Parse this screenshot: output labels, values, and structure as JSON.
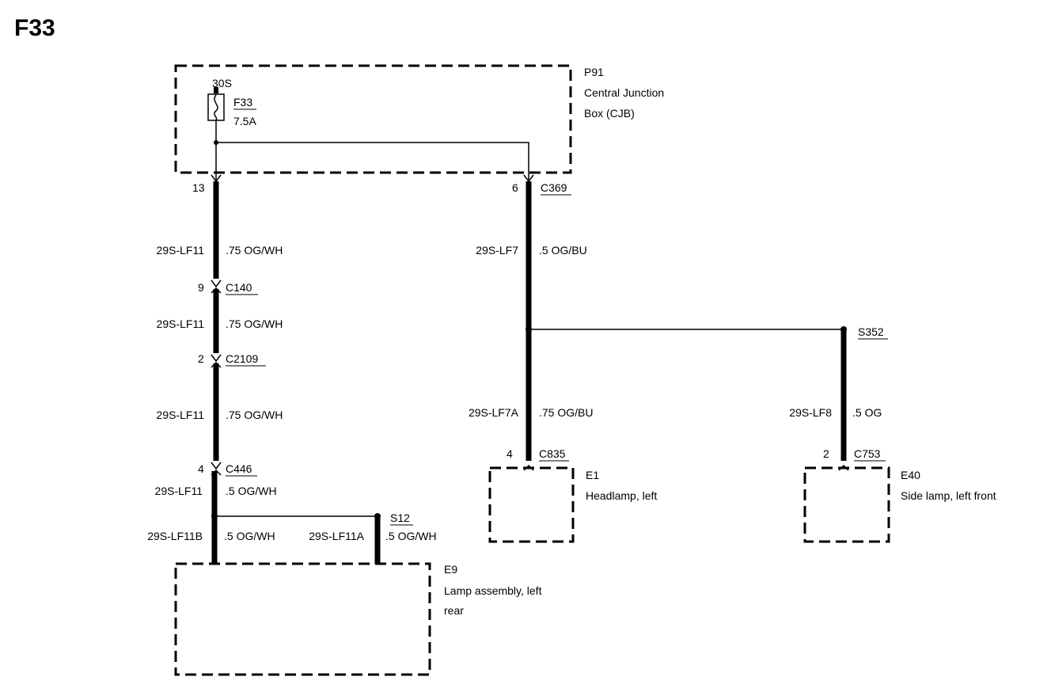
{
  "title": "F33",
  "junction_box": {
    "ref": "P91",
    "name_line1": "Central Junction",
    "name_line2": "Box (CJB)",
    "supply": "30S",
    "fuse_ref": "F33",
    "fuse_rating": "7.5A"
  },
  "pins": {
    "p13": "13",
    "p6": "6",
    "p9": "9",
    "p2a": "2",
    "p4a": "4",
    "p4b": "4",
    "p2b": "2"
  },
  "connectors": {
    "c369": "C369",
    "c140": "C140",
    "c2109": "C2109",
    "c446": "C446",
    "c835": "C835",
    "c753": "C753"
  },
  "splices": {
    "s352": "S352",
    "s12": "S12"
  },
  "wires": {
    "w1": {
      "id": "29S-LF11",
      "spec": ".75 OG/WH"
    },
    "w2": {
      "id": "29S-LF11",
      "spec": ".75 OG/WH"
    },
    "w3": {
      "id": "29S-LF11",
      "spec": ".75 OG/WH"
    },
    "w4": {
      "id": "29S-LF11",
      "spec": ".5 OG/WH"
    },
    "w5": {
      "id": "29S-LF11B",
      "spec": ".5 OG/WH"
    },
    "w6": {
      "id": "29S-LF11A",
      "spec": ".5 OG/WH"
    },
    "w7": {
      "id": "29S-LF7",
      "spec": ".5 OG/BU"
    },
    "w8": {
      "id": "29S-LF7A",
      "spec": ".75 OG/BU"
    },
    "w9": {
      "id": "29S-LF8",
      "spec": ".5 OG"
    }
  },
  "components": {
    "e1": {
      "ref": "E1",
      "name": "Headlamp, left"
    },
    "e40": {
      "ref": "E40",
      "name": "Side lamp, left front"
    },
    "e9": {
      "ref": "E9",
      "name_line1": "Lamp assembly, left",
      "name_line2": "rear"
    }
  }
}
